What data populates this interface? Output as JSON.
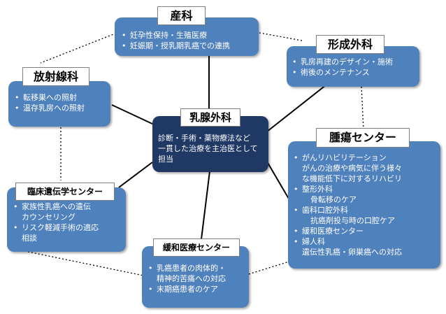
{
  "center": {
    "title": "乳腺外科",
    "lines": [
      "診断・手術・薬物療法など",
      "一貫した治療を主治医として",
      "担当"
    ]
  },
  "obstetrics": {
    "title": "産科",
    "items": [
      "妊孕性保持・生殖医療",
      "妊娠期・授乳期乳癌での連携"
    ]
  },
  "plastic": {
    "title": "形成外科",
    "items": [
      "乳房再建のデザイン・施術",
      "術後のメンテナンス"
    ]
  },
  "radiology": {
    "title": "放射線科",
    "items": [
      "転移巣への照射",
      "温存乳房への照射"
    ]
  },
  "genetics": {
    "title": "臨床遺伝学センター",
    "items": [
      "家族性乳癌への遺伝",
      "カウンセリング",
      "リスク軽減手術の適応",
      "相談"
    ]
  },
  "palliative": {
    "title": "緩和医療センター",
    "items": [
      "乳癌患者の肉体的・",
      "精神的苦痛への対応",
      "末期癌患者のケア"
    ]
  },
  "tumor": {
    "title": "腫瘍センター",
    "items": [
      "がんリハビリテーション",
      "がんの治療や病気に伴う様々",
      "な機能低下に対するリハビリ",
      "整形外科",
      "骨転移のケア",
      "歯科口腔外科",
      "抗癌剤投与時の口腔ケア",
      "緩和医療センター",
      "婦人科",
      "遺伝性乳癌・卵巣癌への対応"
    ]
  }
}
